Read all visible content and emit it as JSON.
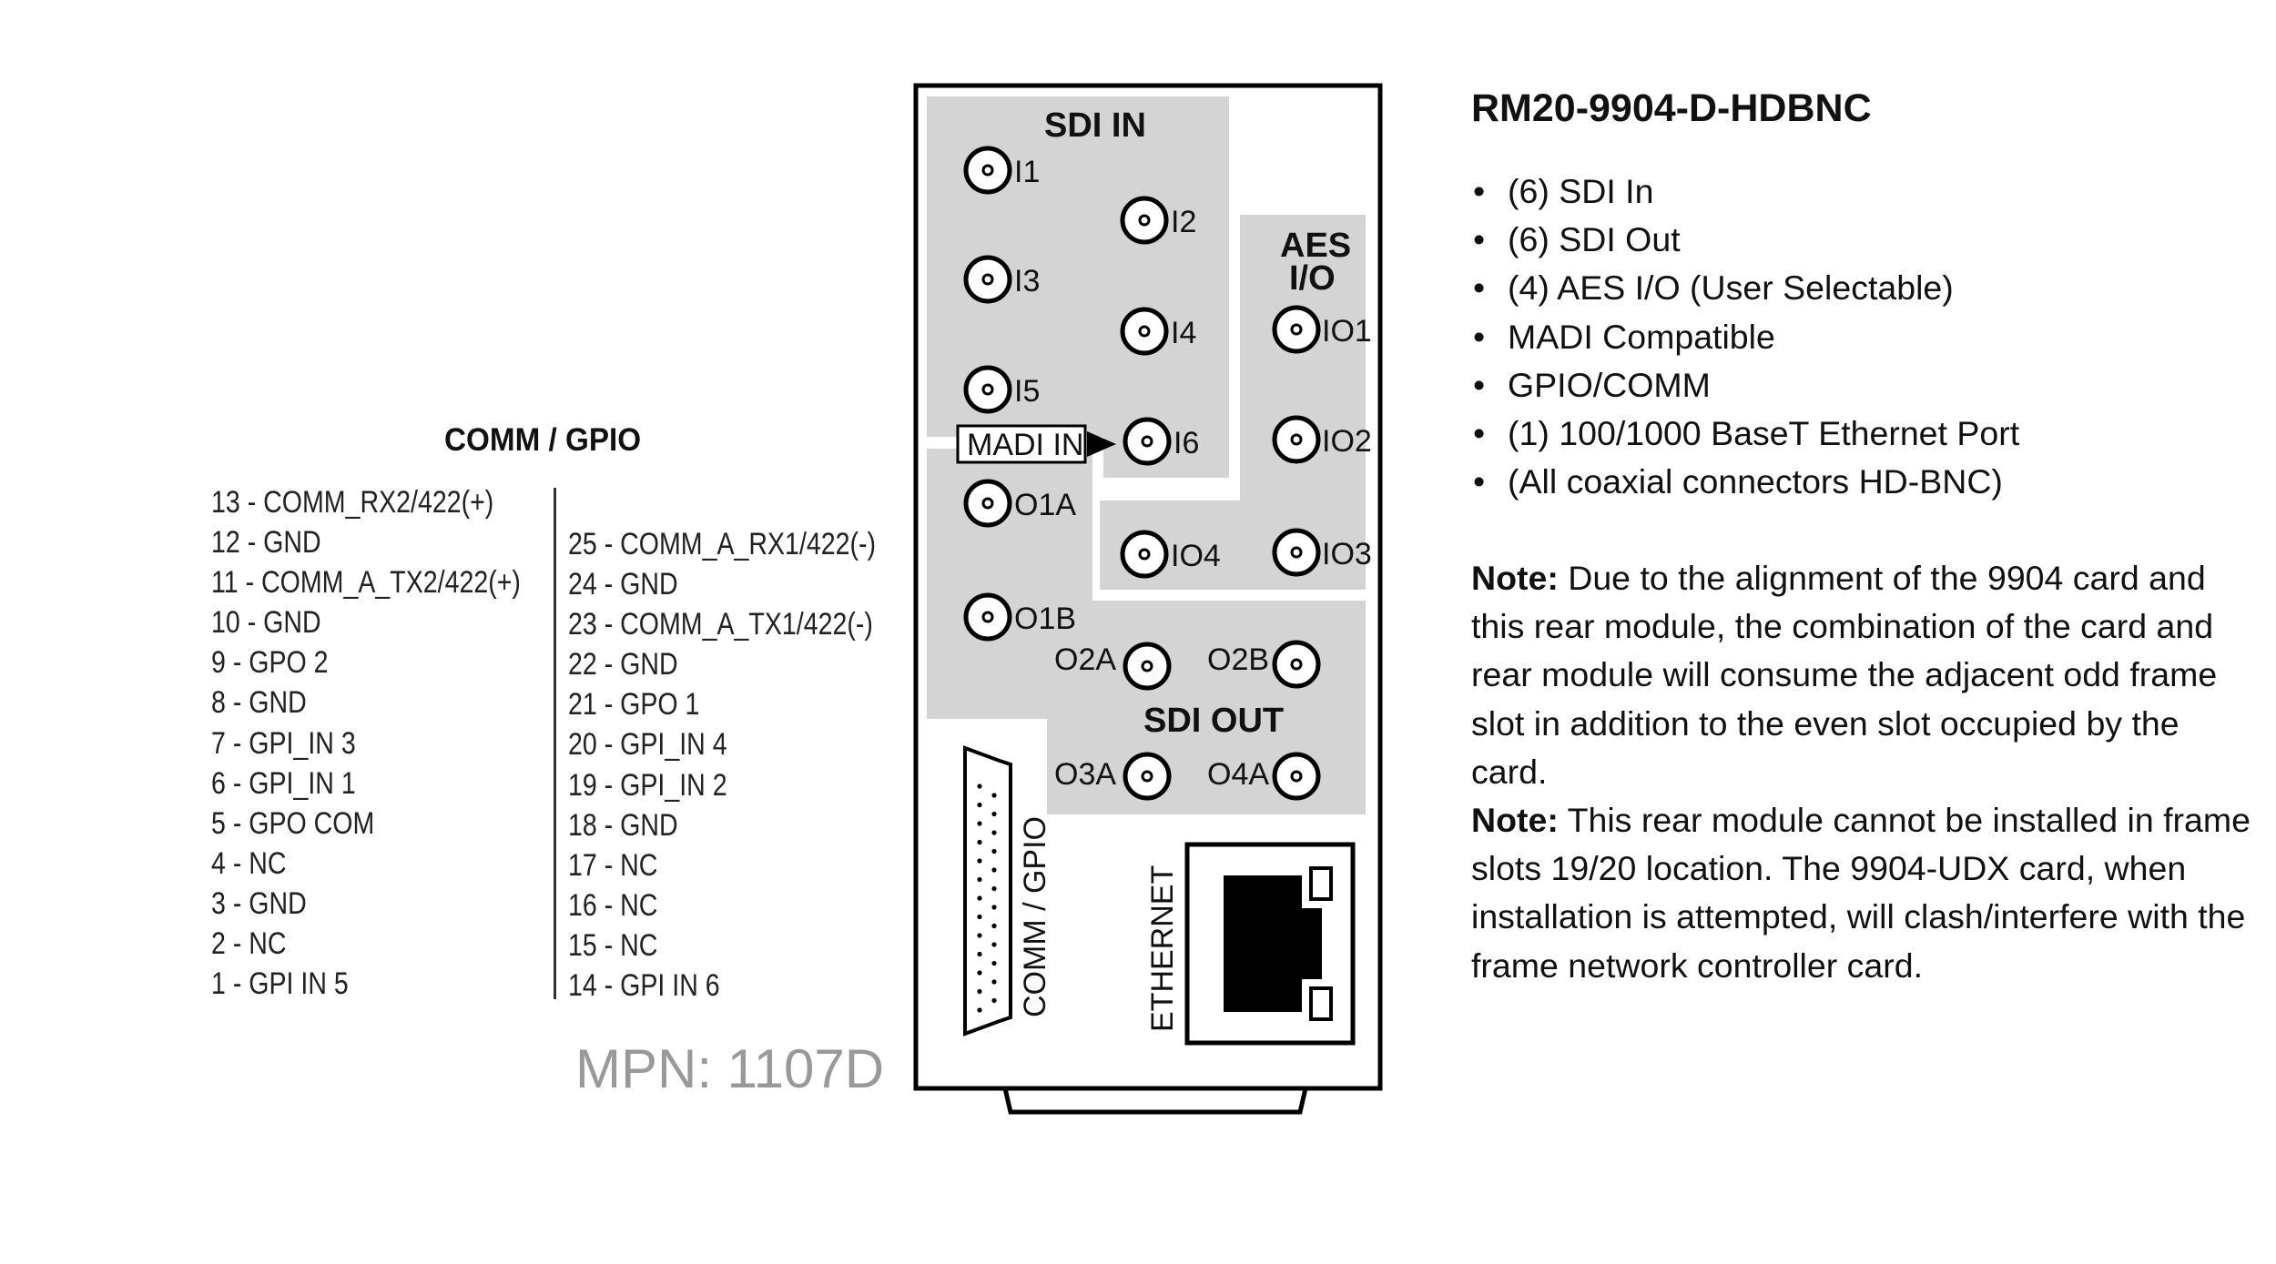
{
  "pinout": {
    "title": "COMM / GPIO",
    "left_pins": [
      "13 - COMM_RX2/422(+)",
      "12 - GND",
      "11 - COMM_A_TX2/422(+)",
      "10 - GND",
      "9 - GPO 2",
      "8 - GND",
      "7 - GPI_IN 3",
      "6 - GPI_IN 1",
      "5 - GPO COM",
      "4 - NC",
      "3 - GND",
      "2 - NC",
      "1 - GPI IN 5"
    ],
    "right_pins": [
      "25 - COMM_A_RX1/422(-)",
      "24 - GND",
      "23 - COMM_A_TX1/422(-)",
      "22 - GND",
      "21 - GPO 1",
      "20 - GPI_IN 4",
      "19 - GPI_IN 2",
      "18 - GND",
      "17 - NC",
      "16 - NC",
      "15 - NC",
      "14 - GPI IN 6"
    ],
    "mpn": "MPN: 1107D"
  },
  "panel": {
    "sdi_in_title": "SDI IN",
    "aes_title_line1": "AES",
    "aes_title_line2": "I/O",
    "sdi_out_title": "SDI OUT",
    "madi_label": "MADI IN",
    "comm_label": "COMM / GPIO",
    "ethernet_label": "ETHERNET",
    "connectors": {
      "i1": "I1",
      "i2": "I2",
      "i3": "I3",
      "i4": "I4",
      "i5": "I5",
      "i6": "I6",
      "io1": "IO1",
      "io2": "IO2",
      "io3": "IO3",
      "io4": "IO4",
      "o1a": "O1A",
      "o1b": "O1B",
      "o2a": "O2A",
      "o2b": "O2B",
      "o3a": "O3A",
      "o4a": "O4A"
    },
    "colors": {
      "region": "#d4d4d4",
      "outline": "#000000"
    }
  },
  "spec": {
    "title": "RM20-9904-D-HDBNC",
    "features": [
      "(6) SDI In",
      "(6) SDI Out",
      "(4) AES I/O (User Selectable)",
      "MADI Compatible",
      "GPIO/COMM",
      "(1) 100/1000 BaseT Ethernet Port",
      "(All coaxial connectors HD-BNC)"
    ],
    "notes": [
      {
        "label": "Note:",
        "text": " Due to the alignment of the 9904 card and this rear module, the combination of the card and rear module will consume the adjacent odd frame slot in addition to the even slot occupied by the card."
      },
      {
        "label": "Note:",
        "text": " This rear module cannot be installed in frame slots 19/20 location. The 9904-UDX card, when installation is attempted, will clash/interfere with the frame network controller card."
      }
    ]
  }
}
